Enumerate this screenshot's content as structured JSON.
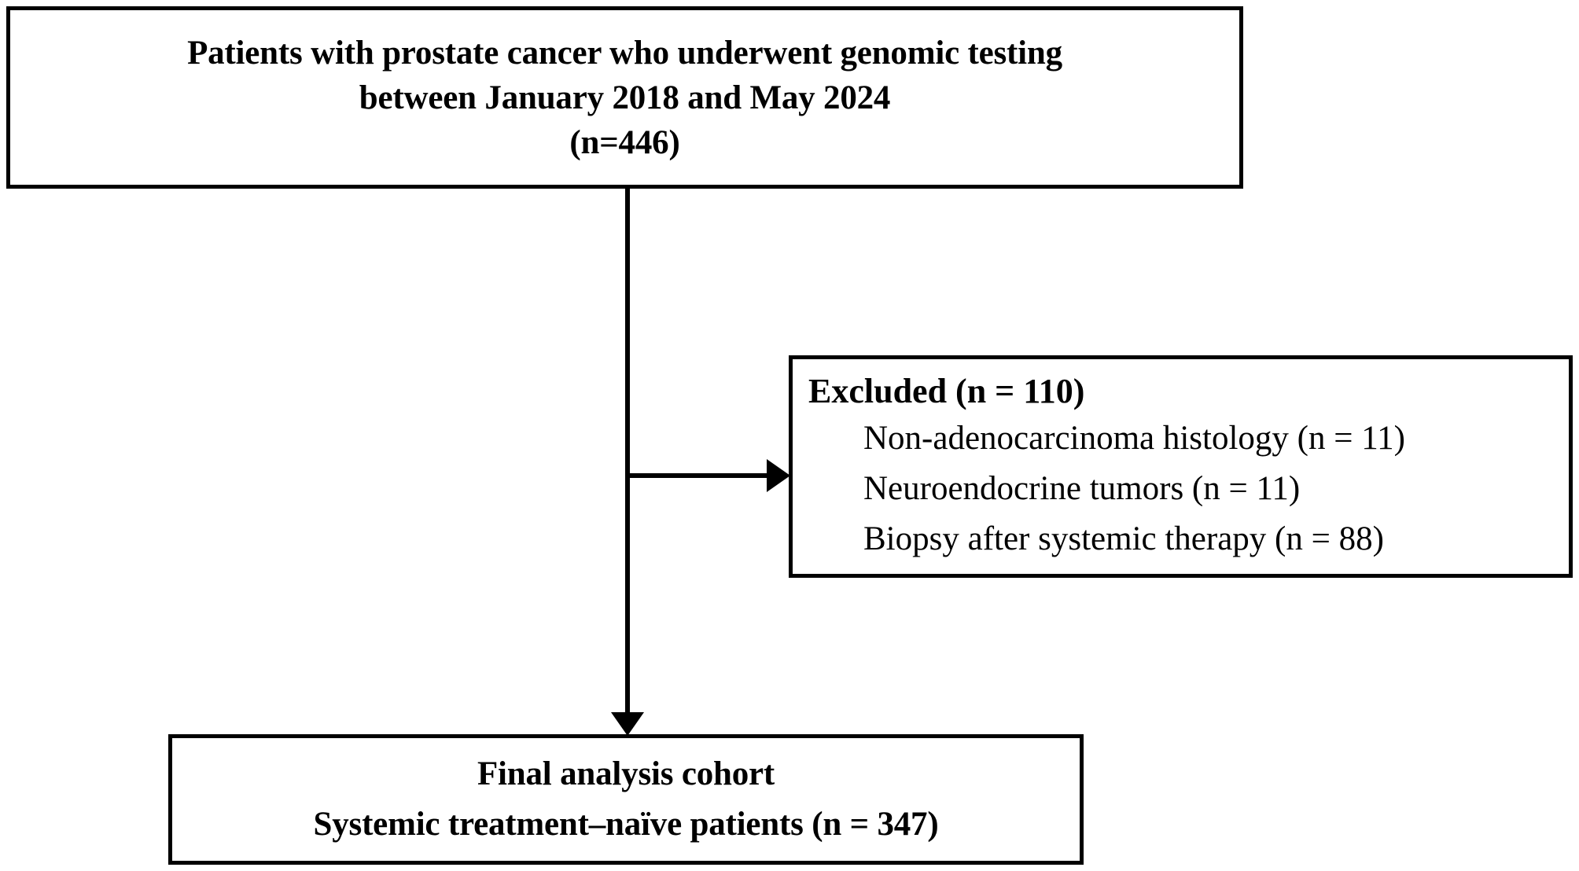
{
  "figure": {
    "type": "consort-flow-diagram",
    "colors": {
      "stroke": "#000000",
      "background": "#ffffff",
      "text": "#000000"
    }
  },
  "boxes": {
    "enrollment": {
      "lines": [
        "Patients with prostate cancer who underwent genomic testing",
        "between January 2018 and May 2024",
        "(n=446)"
      ]
    },
    "excluded": {
      "heading": "Excluded (n = 110)",
      "items": [
        "Non-adenocarcinoma histology (n = 11)",
        "Neuroendocrine tumors (n = 11)",
        "Biopsy after systemic therapy (n = 88)"
      ]
    },
    "final_cohort": {
      "lines": [
        "Final analysis cohort",
        "Systemic treatment–naïve patients (n = 347)"
      ]
    }
  },
  "connectors": {
    "main_trunk": "vertical-line",
    "exclusion_branch": "horizontal-arrow-right",
    "final_branch": "vertical-arrow-down"
  }
}
